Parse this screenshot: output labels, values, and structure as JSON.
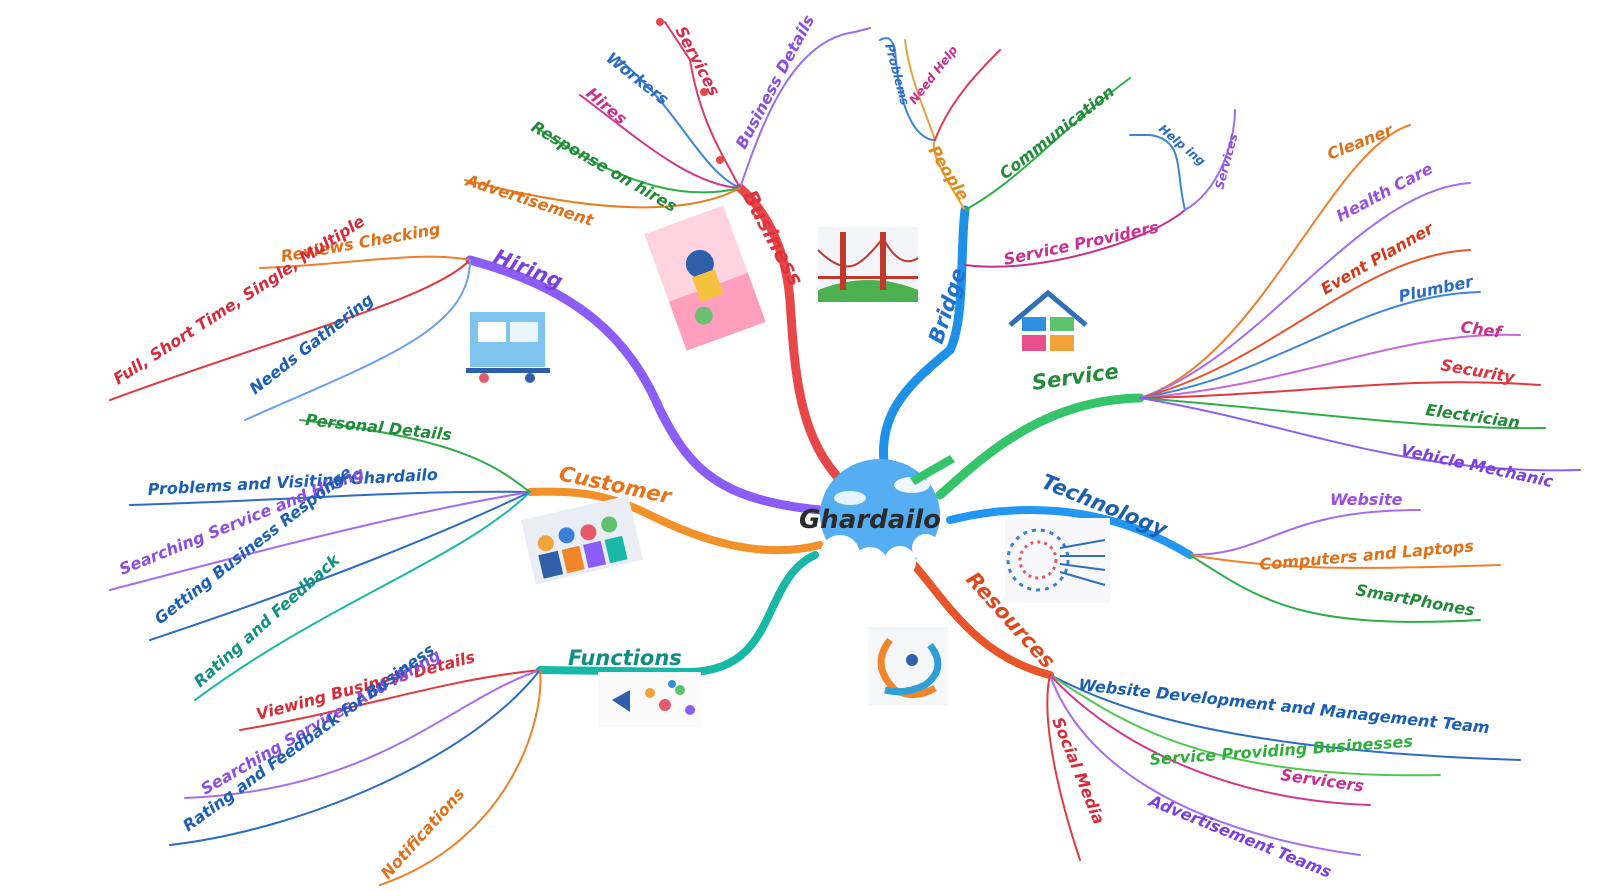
{
  "center": {
    "title": "Ghardailo"
  },
  "colors": {
    "business": "#e03a3e",
    "bridge": "#1e90e8",
    "service": "#35c46a",
    "technology": "#2196f3",
    "resources": "#e8552a",
    "functions": "#18b8a6",
    "customer": "#f2902a",
    "hiring": "#8b5cf6"
  },
  "branches": {
    "business": {
      "label": "Business",
      "children": [
        "Business Details",
        "Services",
        "Workers",
        "Hires",
        "Response on hires",
        "Advertisement"
      ],
      "image": "business-illustration-icon"
    },
    "bridge": {
      "label": "Bridge",
      "people": {
        "label": "People",
        "children": [
          "Problems",
          "Need Help"
        ]
      },
      "communication": {
        "label": "Communication"
      },
      "service_providers": {
        "label": "Service Providers",
        "children": [
          "Help ing",
          "Services"
        ]
      },
      "image": "golden-gate-bridge-icon"
    },
    "service": {
      "label": "Service",
      "children": [
        "Cleaner",
        "Health Care",
        "Event Planner",
        "Plumber",
        "Chef",
        "Security",
        "Electrician",
        "Vehicle Mechanic"
      ],
      "image": "house-services-icon"
    },
    "technology": {
      "label": "Technology",
      "children": [
        "Website",
        "Computers and Laptops",
        "SmartPhones"
      ],
      "image": "technology-network-icon"
    },
    "resources": {
      "label": "Resources",
      "children": [
        "Website Development and Management Team",
        "Service Providing Businesses",
        "Servicers",
        "Advertisement Teams",
        "Social Media"
      ],
      "image": "helping-hands-icon"
    },
    "functions": {
      "label": "Functions",
      "children": [
        "Viewing Business Details",
        "Searching Services And Hiring",
        "Rating and Feedback for Business",
        "Notifications"
      ],
      "image": "marketing-megaphone-icon"
    },
    "customer": {
      "label": "Customer",
      "children": [
        "Personal Details",
        "Problems and Visiting Ghardailo",
        "Searching Service and Hiring",
        "Getting Business Response",
        "Rating and Feedback"
      ],
      "image": "crowd-people-icon"
    },
    "hiring": {
      "label": "Hiring",
      "children": [
        "Reviews Checking",
        "Full, Short Time, Single, Multiple",
        "Needs Gathering"
      ],
      "image": "recruitment-board-icon"
    }
  }
}
